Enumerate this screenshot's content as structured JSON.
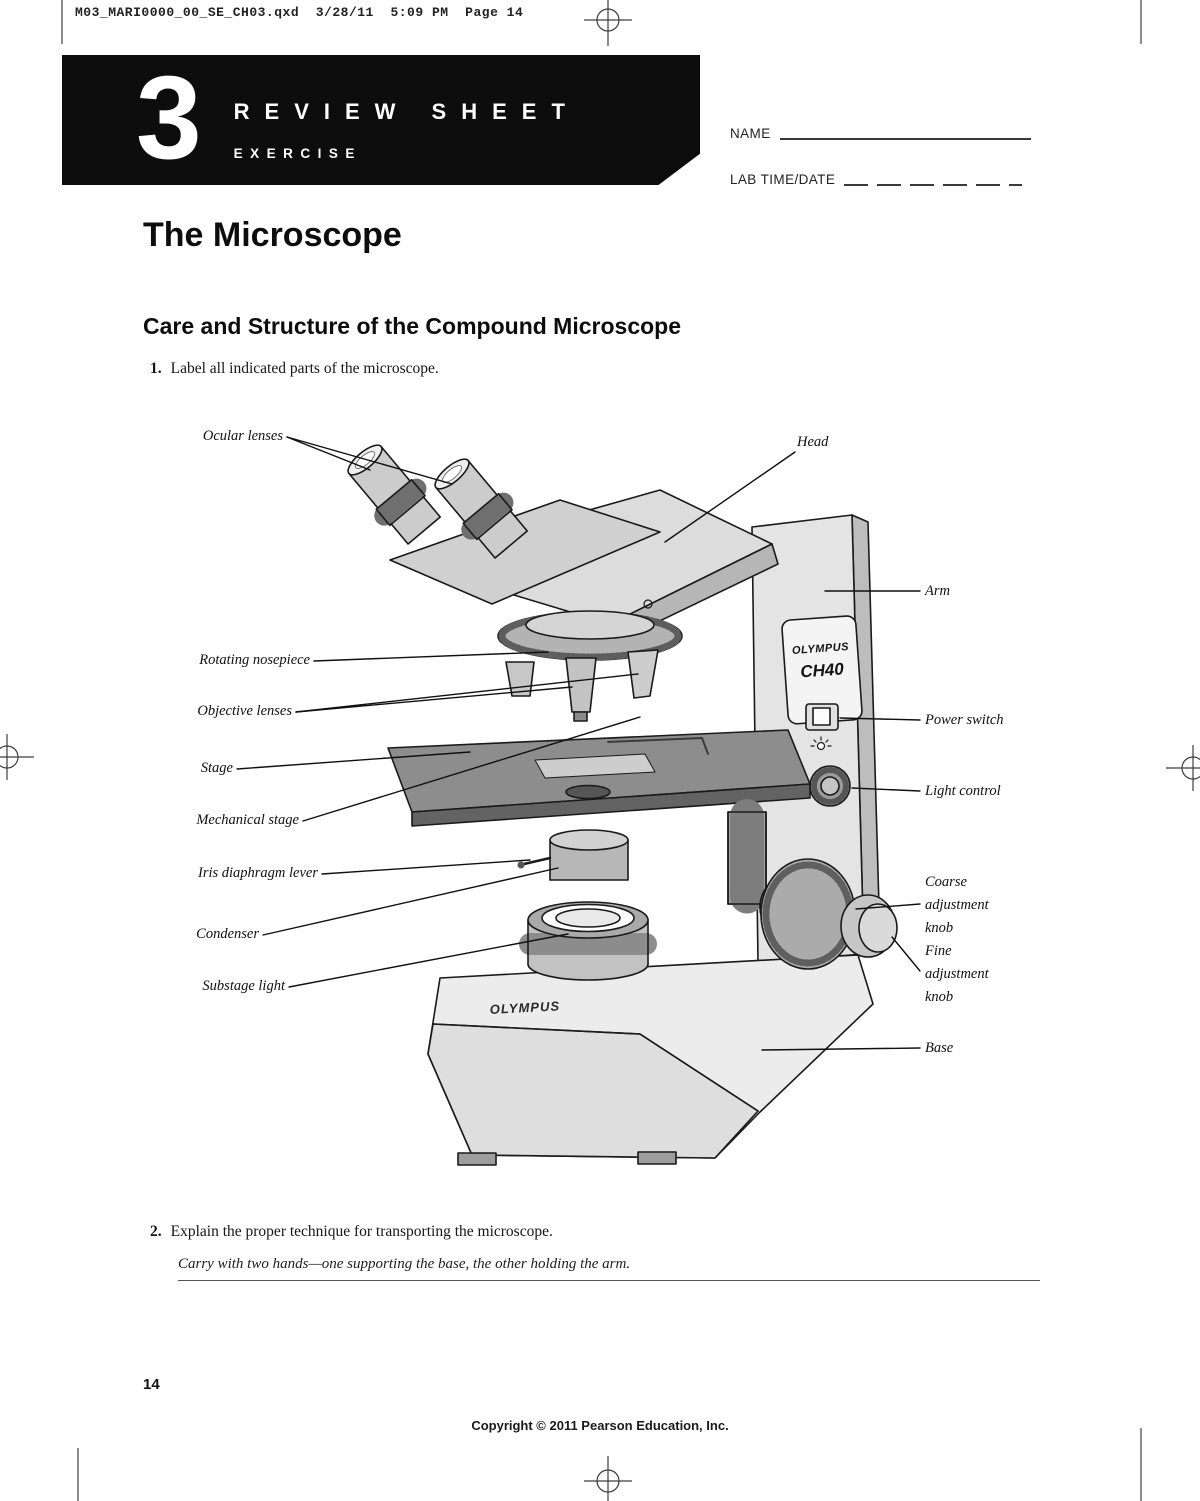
{
  "page": {
    "slug": "M03_MARI0000_00_SE_CH03.qxd  3/28/11  5:09 PM  Page 14",
    "page_number": "14",
    "copyright": "Copyright © 2011 Pearson Education, Inc."
  },
  "banner": {
    "exercise_number": "3",
    "review_sheet": "REVIEW SHEET",
    "exercise": "EXERCISE"
  },
  "fields": {
    "name_label": "NAME",
    "lab_time_label": "LAB TIME/DATE"
  },
  "title": "The Microscope",
  "section": "Care and Structure of the Compound Microscope",
  "questions": [
    {
      "number": "1.",
      "text": "Label all indicated parts of the microscope."
    },
    {
      "number": "2.",
      "text": "Explain the proper technique for transporting the microscope.",
      "answer": "Carry with two hands—one supporting the base, the other holding the arm."
    }
  ],
  "diagram": {
    "labels_left": [
      "Ocular lenses",
      "Rotating nosepiece",
      "Objective lenses",
      "Stage",
      "Mechanical stage",
      "Iris diaphragm lever",
      "Condenser",
      "Substage light"
    ],
    "labels_right": [
      "Head",
      "Arm",
      "Power switch",
      "Light control",
      "Coarse adjustment knob",
      "Fine adjustment knob",
      "Base"
    ],
    "brand": "OLYMPUS",
    "model": "CH40",
    "base_brand": "OLYMPUS"
  }
}
